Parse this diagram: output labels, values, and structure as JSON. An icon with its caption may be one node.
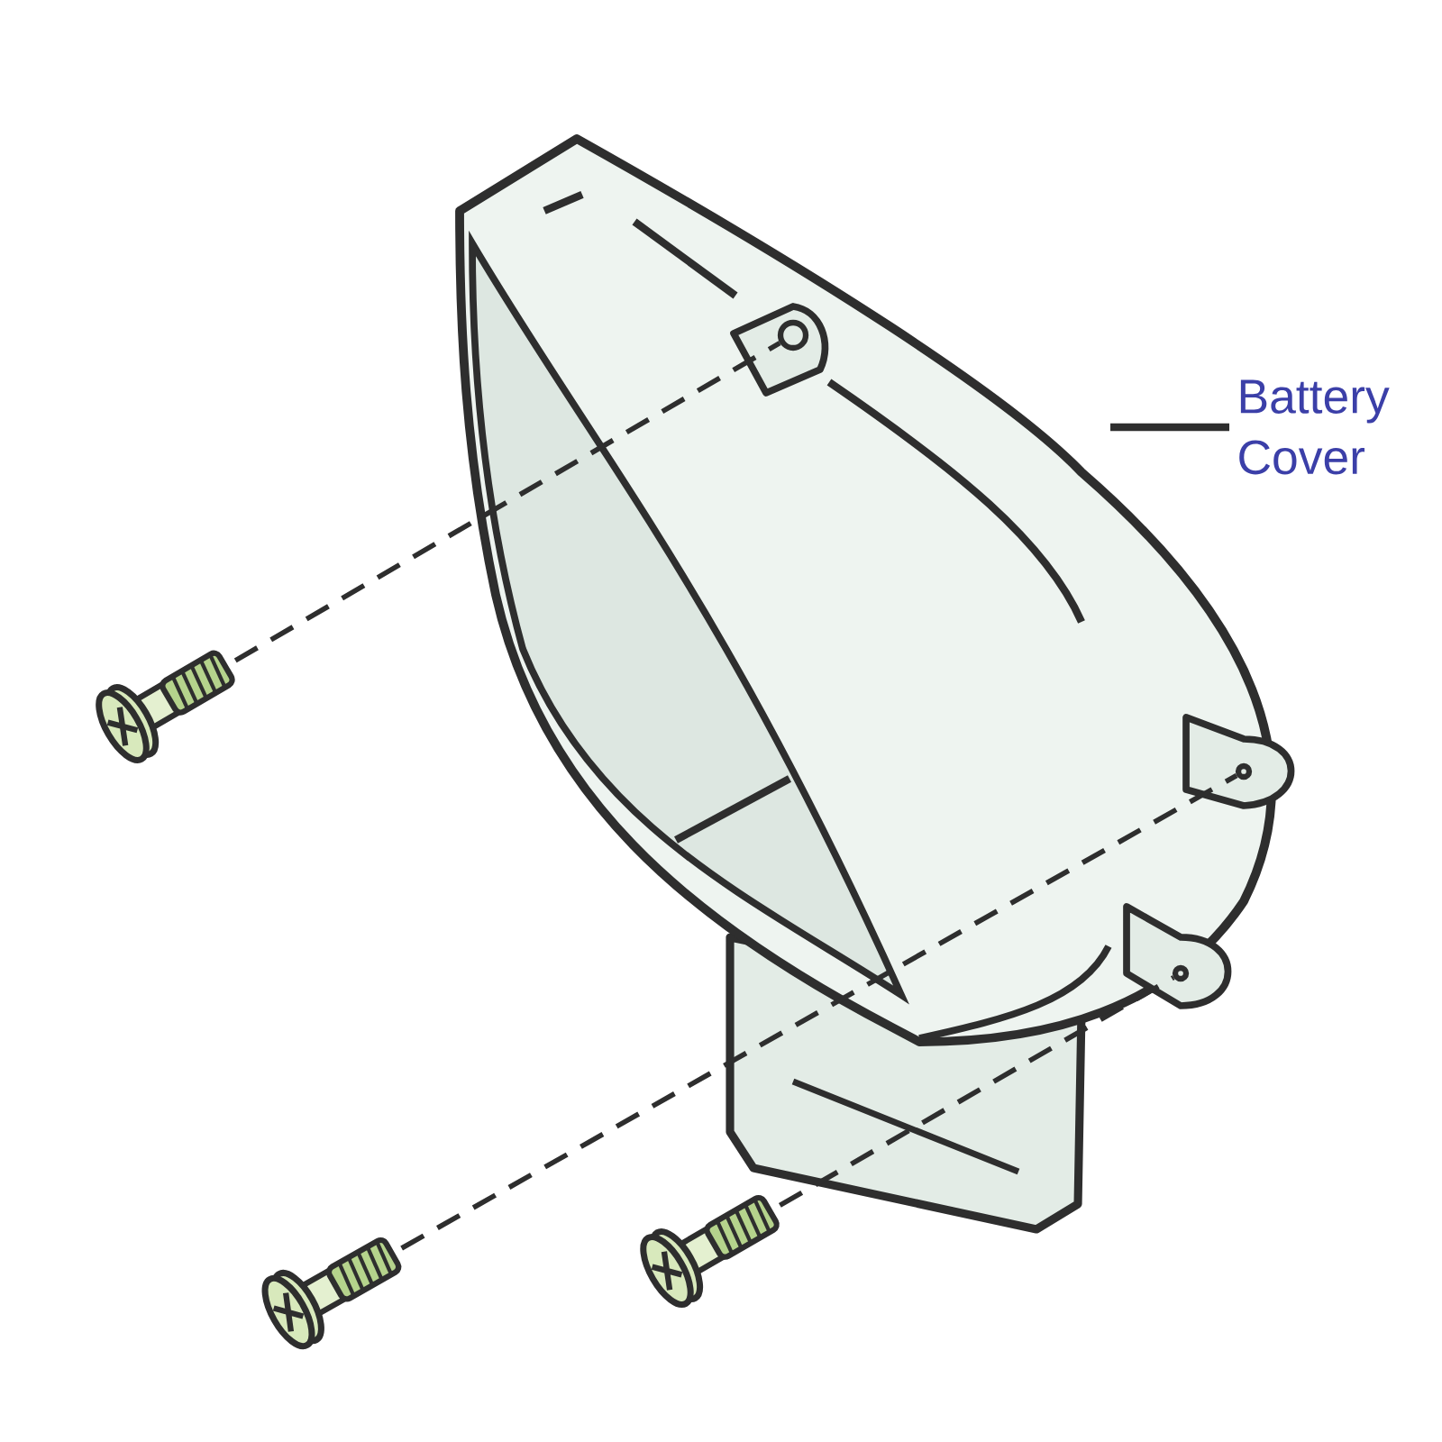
{
  "diagram": {
    "nodes": [
      {
        "text": [
          "Battery Cover"
        ]
      },
      {
        "text": [],
        "shape": "picture"
      },
      {
        "text": [],
        "shape": "circle",
        "in": 1
      },
      {
        "text": [],
        "shape": "circle",
        "in": 1
      },
      {
        "text": [],
        "shape": "circle",
        "in": 1
      },
      {
        "text": [],
        "shape": "picture"
      },
      {
        "text": [],
        "shape": "picture"
      },
      {
        "text": [],
        "shape": "picture"
      }
    ],
    "edges": [
      {
        "from": 0,
        "to": 1,
        "arrow": "none"
      },
      {
        "from": 5,
        "to": 2,
        "arrow": "none",
        "style": "dashed"
      },
      {
        "from": 6,
        "to": 3,
        "arrow": "none",
        "style": "dashed"
      },
      {
        "from": 7,
        "to": 4,
        "arrow": "none",
        "style": "dashed"
      }
    ]
  }
}
